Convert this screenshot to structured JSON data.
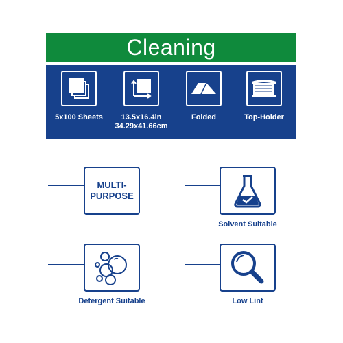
{
  "header": {
    "title": "Cleaning"
  },
  "specs": [
    {
      "icon": "stacked-sheets-icon",
      "label": "5x100 Sheets",
      "label2": ""
    },
    {
      "icon": "dimension-arrows-icon",
      "label": "13.5x16.4in",
      "label2": "34.29x41.66cm"
    },
    {
      "icon": "folded-wiper-icon",
      "label": "Folded",
      "label2": ""
    },
    {
      "icon": "top-holder-icon",
      "label": "Top-Holder",
      "label2": ""
    }
  ],
  "features": [
    {
      "icon": "",
      "box_text": "MULTI-\nPURPOSE",
      "label": ""
    },
    {
      "icon": "flask-check-icon",
      "box_text": "",
      "label": "Solvent Suitable"
    },
    {
      "icon": "bubbles-icon",
      "box_text": "",
      "label": "Detergent Suitable"
    },
    {
      "icon": "magnifier-icon",
      "box_text": "",
      "label": "Low Lint"
    }
  ],
  "colors": {
    "green": "#0f8a3c",
    "blue": "#17418c",
    "white": "#ffffff"
  }
}
